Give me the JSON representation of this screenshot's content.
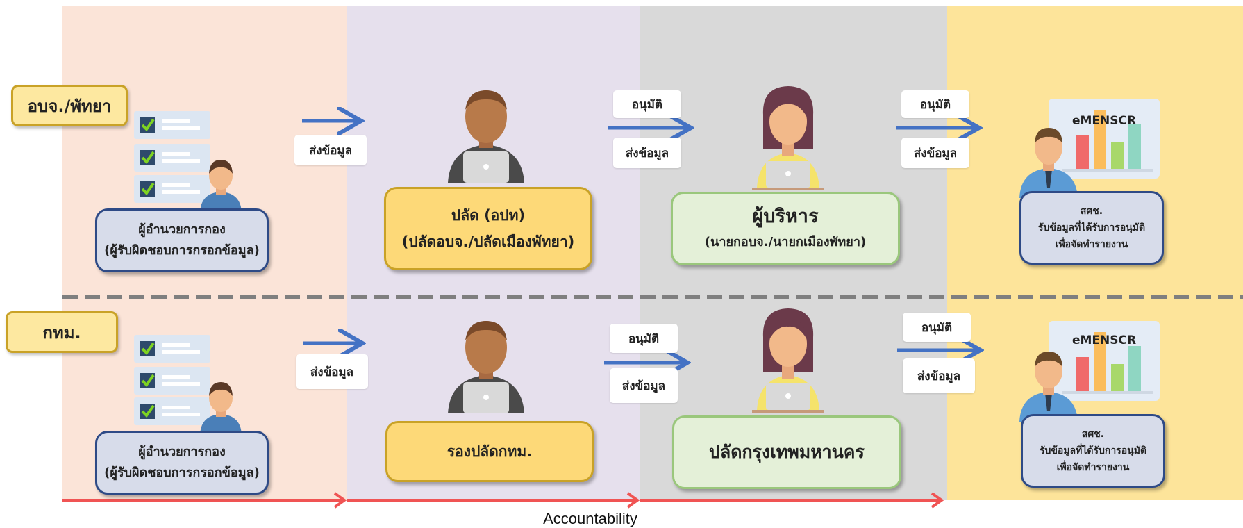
{
  "lanes": [
    {
      "label": "อบจ./พัทยา",
      "staff": {
        "line1": "ผู้อำนวยการกอง",
        "line2": "(ผู้รับผิดชอบการกรอกข้อมูล)"
      },
      "send1": "ส่งข้อมูล",
      "approver1": {
        "line1": "ปลัด (อปท)",
        "line2": "(ปลัดอบจ./ปลัดเมืองพัทยา)"
      },
      "approve1": "อนุมัติ",
      "send2": "ส่งข้อมูล",
      "approver2": {
        "line1": "ผู้บริหาร",
        "line2": "(นายกอบจ./นายกเมืองพัทยา)"
      },
      "approve2": "อนุมัติ",
      "send3": "ส่งข้อมูล",
      "report_title": "eMENSCR",
      "report": {
        "line1": "สศช.",
        "line2": "รับข้อมูลที่ได้รับการอนุมัติ",
        "line3": "เพื่อจัดทำรายงาน"
      }
    },
    {
      "label": "กทม.",
      "staff": {
        "line1": "ผู้อำนวยการกอง",
        "line2": "(ผู้รับผิดชอบการกรอกข้อมูล)"
      },
      "send1": "ส่งข้อมูล",
      "approver1": {
        "line1": "รองปลัดกทม."
      },
      "approve1": "อนุมัติ",
      "send2": "ส่งข้อมูล",
      "approver2": {
        "line1": "ปลัดกรุงเทพมหานคร"
      },
      "approve2": "อนุมัติ",
      "send3": "ส่งข้อมูล",
      "report_title": "eMENSCR",
      "report": {
        "line1": "สศช.",
        "line2": "รับข้อมูลที่ได้รับการอนุมัติ",
        "line3": "เพื่อจัดทำรายงาน"
      }
    }
  ],
  "footer": {
    "label": "Accountability"
  },
  "colors": {
    "col_salmon": "#fbe4d8",
    "col_lavender": "#e6e0ed",
    "col_gray": "#d9d9d9",
    "col_yellow": "#fde49a",
    "flow_arrow": "#4472c4",
    "accountability_arrow": "#f05454",
    "divider": "#7f7f7f"
  }
}
